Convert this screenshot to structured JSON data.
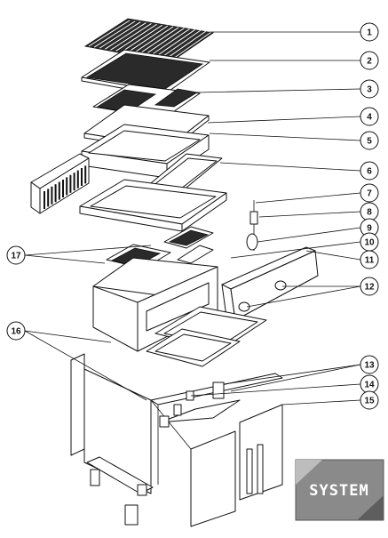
{
  "callouts": [
    {
      "number": "1"
    },
    {
      "number": "2"
    },
    {
      "number": "3"
    },
    {
      "number": "4"
    },
    {
      "number": "5"
    },
    {
      "number": "6"
    },
    {
      "number": "7"
    },
    {
      "number": "8"
    },
    {
      "number": "9"
    },
    {
      "number": "10"
    },
    {
      "number": "11"
    },
    {
      "number": "12"
    },
    {
      "number": "13"
    },
    {
      "number": "14"
    },
    {
      "number": "15"
    },
    {
      "number": "16"
    },
    {
      "number": "17"
    }
  ],
  "logo": {
    "text": "SYSTEM"
  },
  "colors": {
    "line": "#111111",
    "logo_bg": "#8a8a8a",
    "logo_text": "#ffffff"
  }
}
